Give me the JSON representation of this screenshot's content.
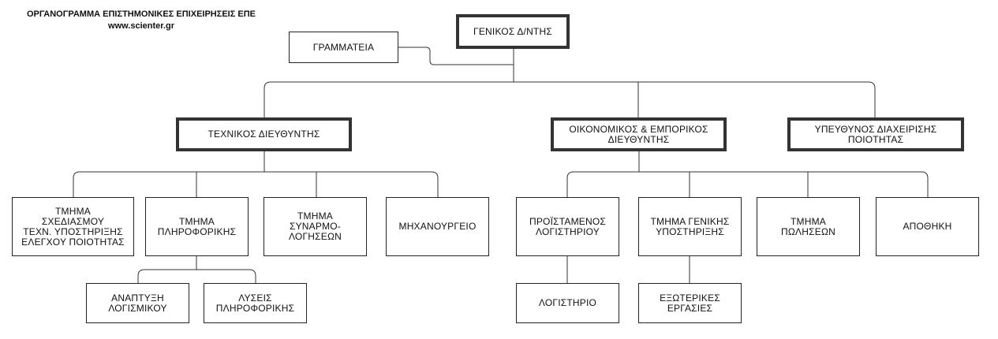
{
  "header": {
    "title": "ΟΡΓΑΝΟΓΡΑΜΜΑ ΕΠΙΣΤΗΜΟΝΙΚΕΣ ΕΠΙΧΕΙΡΗΣΕΙΣ ΕΠΕ",
    "website": "www.scienter.gr"
  },
  "nodes": {
    "general_director": "ΓΕΝΙΚΟΣ Δ/ΝΤΗΣ",
    "secretariat": "ΓΡΑΜΜΑΤΕΙΑ",
    "technical_director": "ΤΕΧΝΙΚΟΣ ΔΙΕΥΘΥΝΤΗΣ",
    "financial_director": "ΟΙΚΟΝΟΜΙΚΟΣ & ΕΜΠΟΡΙΚΟΣ\nΔΙΕΥΘΥΝΤΗΣ",
    "quality_manager": "ΥΠΕΥΘΥΝΟΣ ΔΙΑΧΕΙΡΙΣΗΣ\nΠΟΙΟΤΗΤΑΣ",
    "design_dept": "ΤΜΗΜΑ\nΣΧΕΔΙΑΣΜΟΥ\nΤΕΧΝ. ΥΠΟΣΤΗΡΙΞΗΣ\nΕΛΕΓΧΟΥ ΠΟΙΟΤΗΤΑΣ",
    "it_dept": "ΤΜΗΜΑ\nΠΛΗΡΟΦΟΡΙΚΗΣ",
    "assembly_dept": "ΤΜΗΜΑ\nΣΥΝΑΡΜΟ-\nΛΟΓΗΣΕΩΝ",
    "machine_shop": "ΜΗΧΑΝΟΥΡΓΕΙΟ",
    "accounting_head": "ΠΡΟΪΣΤΑΜΕΝΟΣ\nΛΟΓΙΣΤΗΡΙΟΥ",
    "general_support_dept": "ΤΜΗΜΑ ΓΕΝΙΚΗΣ\nΥΠΟΣΤΗΡΙΞΗΣ",
    "sales_dept": "ΤΜΗΜΑ\nΠΩΛΗΣΕΩΝ",
    "warehouse": "ΑΠΟΘΗΚΗ",
    "software_dev": "ΑΝΑΠΤΥΞΗ\nΛΟΓΙΣΜΙΚΟΥ",
    "it_solutions": "ΛΥΣΕΙΣ\nΠΛΗΡΟΦΟΡΙΚΗΣ",
    "accounting": "ΛΟΓΙΣΤΗΡΙΟ",
    "external_works": "ΕΞΩΤΕΡΙΚΕΣ\nΕΡΓΑΣΙΕΣ"
  }
}
